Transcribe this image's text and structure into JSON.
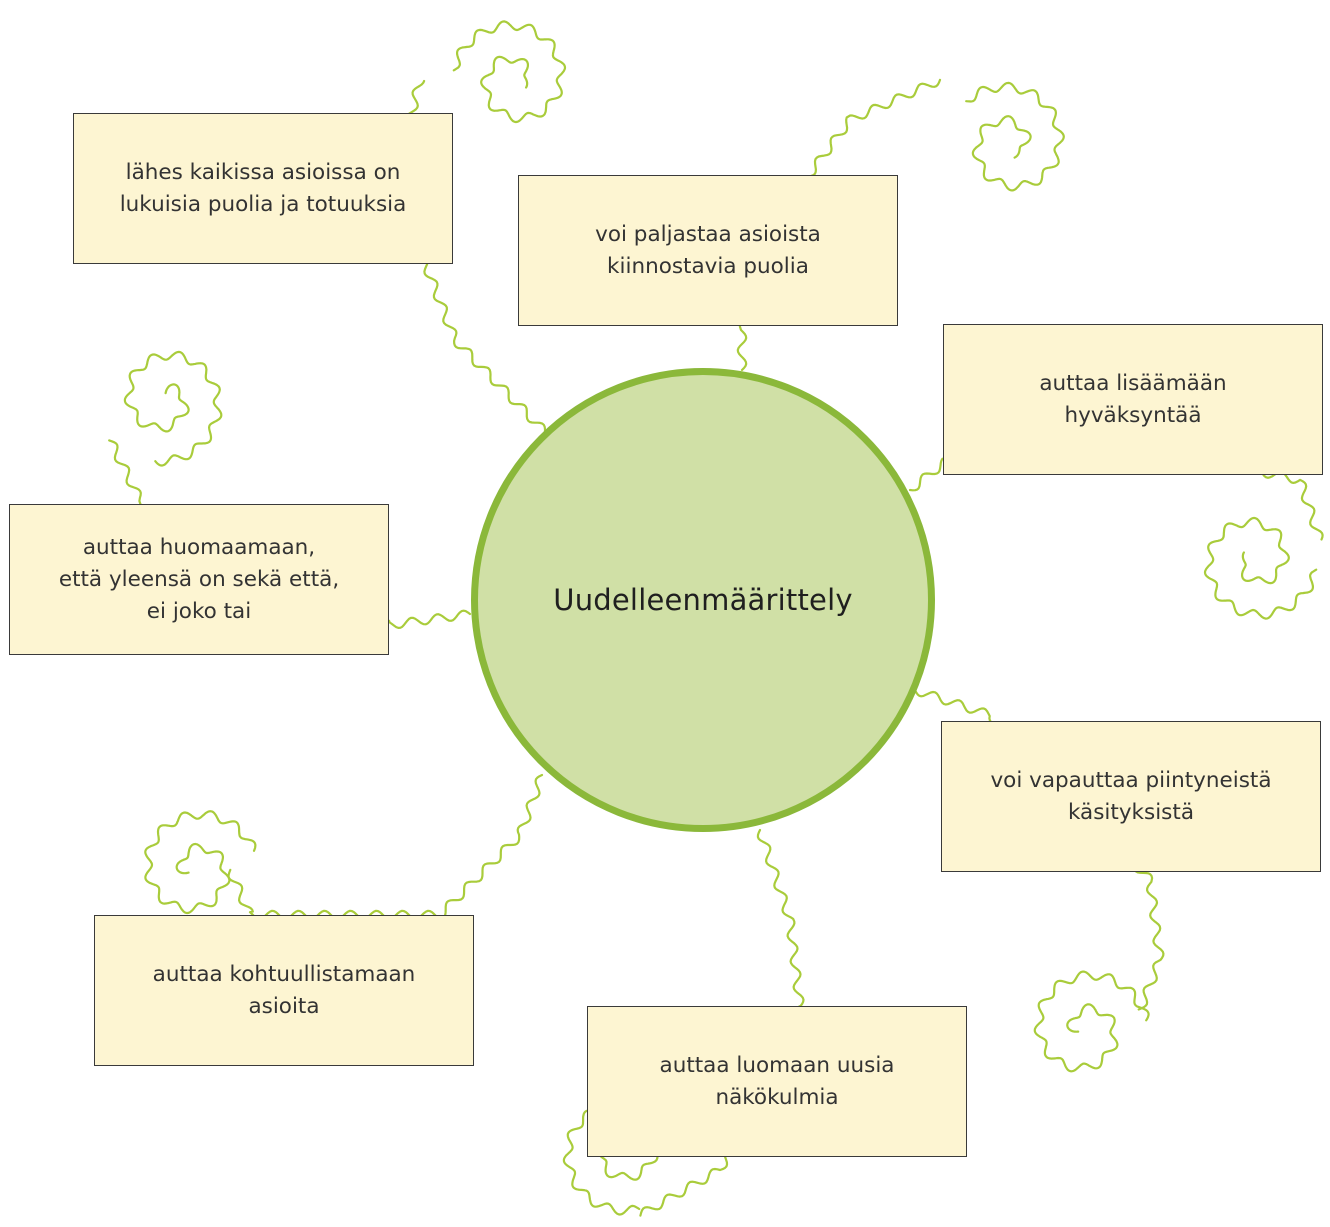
{
  "diagram": {
    "center": {
      "label": "Uudelleenmäärittely"
    },
    "nodes": [
      {
        "id": "node-1",
        "text": "lähes kaikissa asioissa on\nlukuisia puolia ja totuuksia"
      },
      {
        "id": "node-2",
        "text": "voi paljastaa asioista\nkiinnostavia puolia"
      },
      {
        "id": "node-3",
        "text": "auttaa lisäämään\nhyväksyntää"
      },
      {
        "id": "node-4",
        "text": "auttaa huomaamaan,\nettä yleensä on sekä että,\nei joko tai"
      },
      {
        "id": "node-5",
        "text": "voi vapauttaa piintyneistä\nkäsityksistä"
      },
      {
        "id": "node-6",
        "text": "auttaa kohtuullistamaan\nasioita"
      },
      {
        "id": "node-7",
        "text": "auttaa luomaan uusia\nnäkökulmia"
      }
    ],
    "colors": {
      "circle_fill": "#d0e0a6",
      "circle_border": "#8bb83a",
      "box_fill": "#fdf5d2",
      "box_border": "#3a3a3a",
      "swirl": "#a9cc3b"
    }
  }
}
